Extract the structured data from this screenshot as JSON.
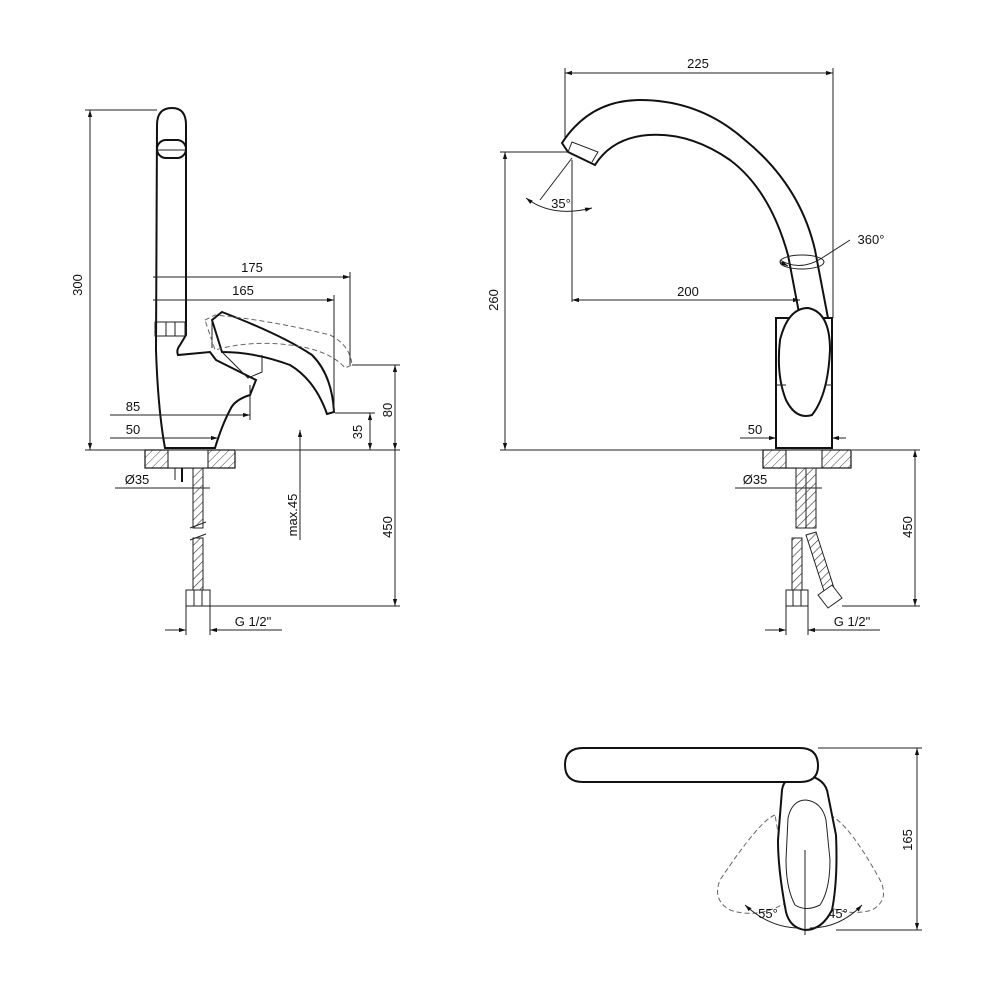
{
  "side_view": {
    "dim_height": "300",
    "dim_reach_outer": "175",
    "dim_reach_inner": "165",
    "dim_85": "85",
    "dim_50": "50",
    "dim_80": "80",
    "dim_35": "35",
    "dim_diameter": "Ø35",
    "dim_max_thickness": "max.45",
    "dim_hose_length": "450",
    "dim_thread": "G 1/2\""
  },
  "front_view": {
    "dim_reach": "225",
    "dim_height": "260",
    "dim_angle_spout": "35°",
    "dim_rotation": "360°",
    "dim_200": "200",
    "dim_50": "50",
    "dim_diameter": "Ø35",
    "dim_hose_length": "450",
    "dim_thread": "G 1/2\""
  },
  "top_view": {
    "dim_depth": "165",
    "dim_angle_left": "55°",
    "dim_angle_right": "45°"
  }
}
